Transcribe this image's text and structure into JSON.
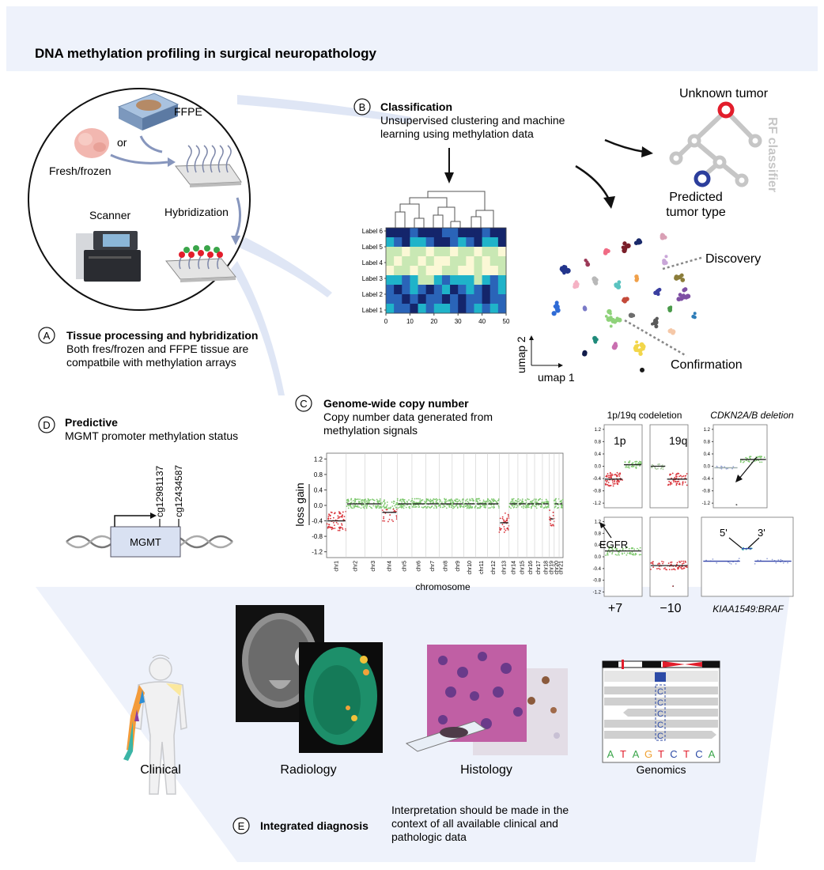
{
  "figure": {
    "title": "DNA methylation profiling in surgical neuropathology"
  },
  "panel_a": {
    "letter": "A",
    "title": "Tissue processing and hybridization",
    "desc_line1": "Both fres/frozen and FFPE tissue are",
    "desc_line2": "compatbile with methylation arrays",
    "ffpe": "FFPE",
    "or": "or",
    "fresh": "Fresh/frozen",
    "scanner": "Scanner",
    "hybridization": "Hybridization"
  },
  "panel_b": {
    "letter": "B",
    "title": "Classification",
    "desc_line1": "Unsupervised clustering and machine",
    "desc_line2": "learning using methylation data",
    "unknown": "Unknown tumor",
    "predicted_line1": "Predicted",
    "predicted_line2": "tumor type",
    "rf": "RF classifier",
    "discovery": "Discovery",
    "confirmation": "Confirmation",
    "umap1": "umap 1",
    "umap2": "umap 2",
    "heatmap_labels": [
      "Label 6",
      "Label 5",
      "Label 4",
      "Label 3",
      "Label 2",
      "Label 1"
    ],
    "heatmap_ticks": [
      "0",
      "10",
      "20",
      "30",
      "40",
      "50"
    ]
  },
  "panel_c": {
    "letter": "C",
    "title": "Genome-wide copy number",
    "desc_line1": "Copy number data generated from",
    "desc_line2": "methylation signals",
    "ylabel": "loss gain",
    "xlabel": "chromosome",
    "yticks": [
      "1.2",
      "0.8",
      "0.4",
      "0.0",
      "-0.4",
      "-0.8",
      "-1.2"
    ],
    "chromosomes": [
      "chr1",
      "chr2",
      "chr3",
      "chr4",
      "chr5",
      "chr6",
      "chr7",
      "chr8",
      "chr9",
      "chr10",
      "chr11",
      "chr12",
      "chr13",
      "chr14",
      "chr15",
      "chr16",
      "chr17",
      "chr18",
      "chr19",
      "chr20",
      "chr21"
    ],
    "codeletion_title": "1p/19q codeletion",
    "cdkn_title": "CDKN2A/B deletion",
    "label_1p": "1p",
    "label_19q": "19q",
    "label_egfr": "EGFR",
    "label_plus7": "+7",
    "label_minus10": "−10",
    "label_5p": "5'",
    "label_3p": "3'",
    "fusion": "KIAA1549:BRAF",
    "small_yticks": [
      "1.2",
      "0.8",
      "0.4",
      "0.0",
      "-0.4",
      "-0.8",
      "-1.2"
    ]
  },
  "panel_d": {
    "letter": "D",
    "title": "Predictive",
    "desc": "MGMT promoter methylation status",
    "cg1": "cg12981137",
    "cg2": "cg12434587",
    "gene": "MGMT"
  },
  "panel_e": {
    "letter": "E",
    "title": "Integrated diagnosis",
    "desc_line1": "Interpretation should be made in the",
    "desc_line2": "context of all available clinical and",
    "desc_line3": "pathologic data",
    "clinical": "Clinical",
    "radiology": "Radiology",
    "histology": "Histology",
    "genomics": "Genomics",
    "bases": [
      "A",
      "T",
      "A",
      "G",
      "T",
      "C",
      "T",
      "C",
      "A"
    ],
    "read_base": "C"
  },
  "colors": {
    "band": "#eef2fb",
    "gain": "#7fc96f",
    "loss": "#d9333a",
    "heat_dark": "#14256b",
    "heat_mid": "#2a64b8",
    "heat_cyan": "#1fb3c9",
    "heat_pale": "#c9e8b4",
    "heat_cream": "#fbf8d6",
    "rf_grey": "#c6c6c6",
    "red": "#e21d2b",
    "blue": "#2c3e9c"
  }
}
